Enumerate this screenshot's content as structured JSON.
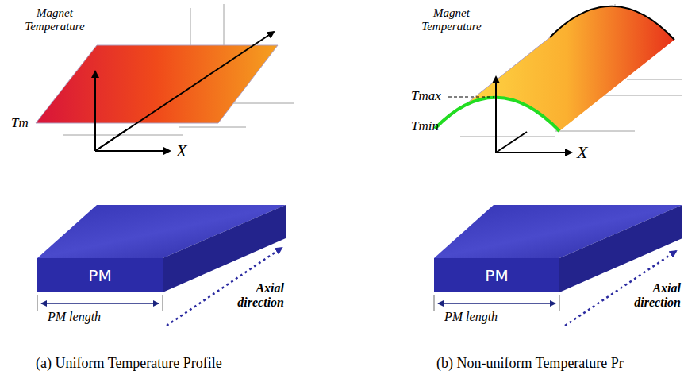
{
  "diagram": {
    "nodes": [
      {
        "text": [
          "PM"
        ]
      },
      {
        "text": [
          "PM"
        ]
      }
    ],
    "labels": [
      "Magnet Temperature",
      "Tm",
      "X",
      "PM length",
      "Axial direction",
      "Magnet Temperature",
      "Tmax",
      "Tmin",
      "X",
      "PM length",
      "Axial direction",
      "(a) Uniform Temperature Profile",
      "(b) Non-uniform Temperature Pr"
    ]
  }
}
